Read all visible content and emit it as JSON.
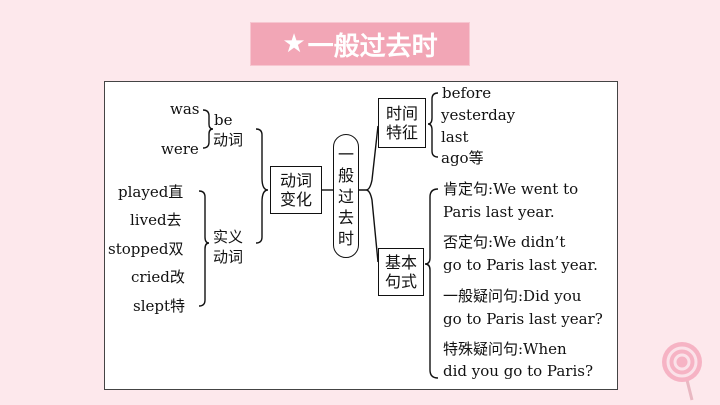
{
  "title": {
    "star": "★",
    "text": "一般过去时"
  },
  "left": {
    "be_group": {
      "items": [
        "was",
        "were"
      ],
      "label_line1": "be",
      "label_line2": "动词"
    },
    "shiyi_group": {
      "items": [
        "played直",
        "lived去",
        "stopped双",
        "cried改",
        "slept特"
      ],
      "label_line1": "实义",
      "label_line2": "动词"
    }
  },
  "dongci_box": {
    "line1": "动词",
    "line2": "变化"
  },
  "center_box": {
    "chars": [
      "一",
      "般",
      "过",
      "去",
      "时"
    ]
  },
  "time_box": {
    "line1": "时间",
    "line2": "特征"
  },
  "time_words": [
    "before",
    "yesterday",
    "last",
    "ago等"
  ],
  "sentence_box": {
    "line1": "基本",
    "line2": "句式"
  },
  "sentences": [
    {
      "line1": "肯定句:We went to",
      "line2": "Paris last year."
    },
    {
      "line1": "否定句:We didn’t",
      "line2": "go to Paris last year."
    },
    {
      "line1": "一般疑问句:Did you",
      "line2": "go to Paris last year?"
    },
    {
      "line1": "特殊疑问句:When",
      "line2": "did you go to Paris?"
    }
  ],
  "colors": {
    "background": "#fde8ec",
    "banner": "#f2a6b6",
    "panel": "#ffffff",
    "line": "#111111"
  }
}
